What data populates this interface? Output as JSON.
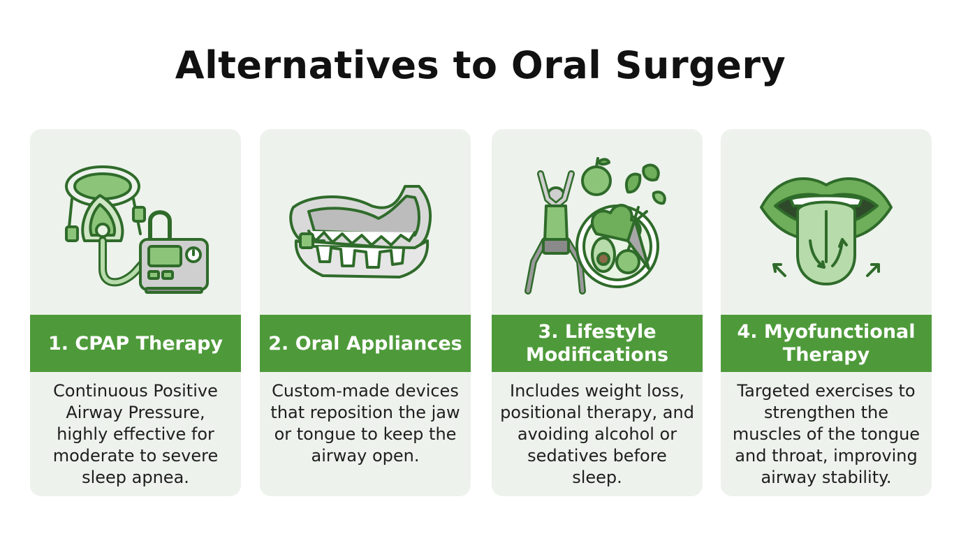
{
  "title": "Alternatives to Oral Surgery",
  "colors": {
    "band": "#4e9a3a",
    "card_bg": "#edf2ec",
    "icon_fill": "#8cc57a",
    "icon_stroke": "#2f6b2a"
  },
  "cards": [
    {
      "heading": "1. CPAP Therapy",
      "description": "Continuous Positive Airway Pressure, highly effective for moderate to severe sleep apnea.",
      "icon": "cpap-machine-icon"
    },
    {
      "heading": "2. Oral Appliances",
      "description": "Custom-made devices that reposition the jaw or tongue to keep the airway open.",
      "icon": "mouthguard-icon"
    },
    {
      "heading": "3. Lifestyle Modifications",
      "description": "Includes weight loss, positional therapy, and avoiding alcohol or sedatives before sleep.",
      "icon": "exercise-and-healthy-food-icon"
    },
    {
      "heading": "4. Myofunctional Therapy",
      "description": "Targeted exercises to strengthen the muscles of the tongue and throat, improving airway stability.",
      "icon": "tongue-exercise-icon"
    }
  ]
}
